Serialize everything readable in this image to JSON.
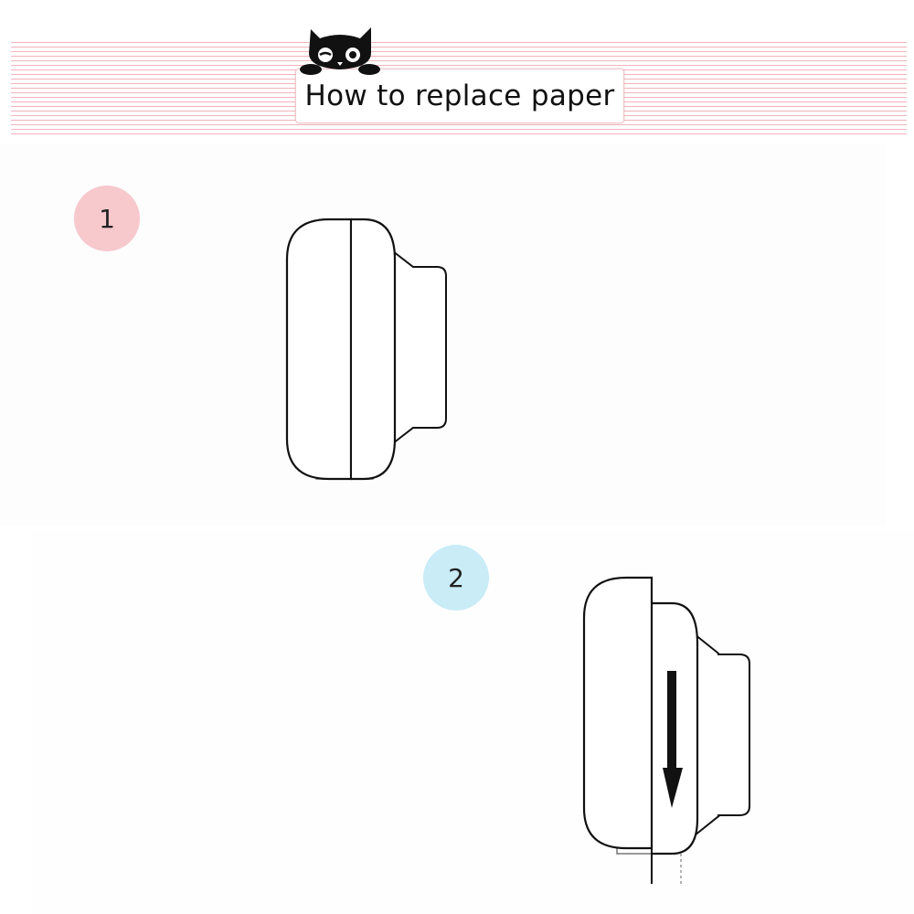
{
  "header": {
    "title": "How to replace paper",
    "logo_icon": "cat-face-icon",
    "accent_color": "#f2b4bc"
  },
  "steps": [
    {
      "number": "1",
      "badge_color": "#f7c8cc",
      "illustration": "printer-closed-icon"
    },
    {
      "number": "2",
      "badge_color": "#c9ecf7",
      "illustration": "printer-open-arrow-down-icon"
    }
  ]
}
